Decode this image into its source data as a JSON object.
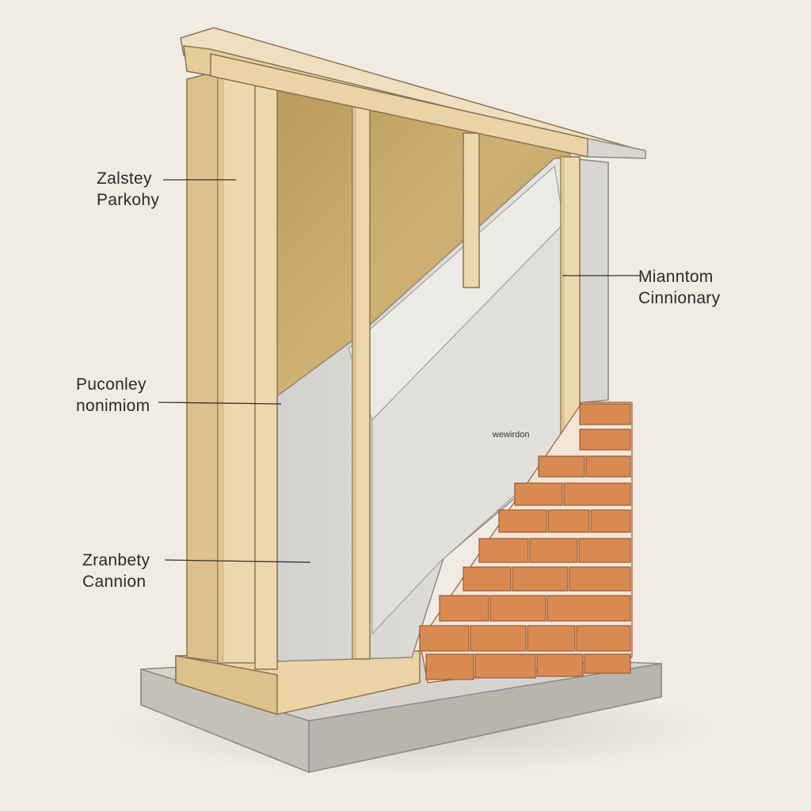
{
  "labels": {
    "top_left": {
      "line1": "Zalstey",
      "line2": "Parkohy"
    },
    "middle_left": {
      "line1": "Puconley",
      "line2": "nonimiom"
    },
    "bottom_left": {
      "line1": "Zranbety",
      "line2": "Cannion"
    },
    "right": {
      "line1": "Mianntom",
      "line2": "Cinnionary"
    },
    "small_right": "wewirdon"
  },
  "colors": {
    "background": "#f1ece3",
    "timber": "#ead4a6",
    "insulation": "#c9a865",
    "drywall": "#dedcd8",
    "brick": "#d98a52",
    "mortar": "#f3e6d6",
    "concrete": "#cfccc7"
  }
}
